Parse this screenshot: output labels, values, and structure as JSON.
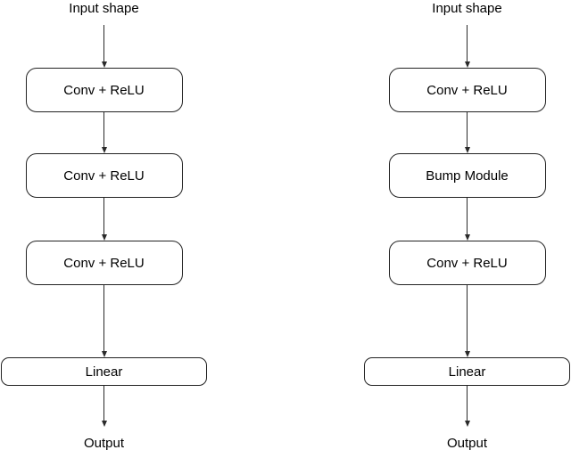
{
  "style": {
    "background": "#ffffff",
    "line_color": "#2a2a2a",
    "box_border_color": "#222222",
    "box_fill": "#ffffff",
    "text_color": "#000000"
  },
  "diagrams": [
    {
      "input_label": "Input shape",
      "boxes": [
        "Conv + ReLU",
        "Conv + ReLU",
        "Conv + ReLU",
        "Linear"
      ],
      "output_label": "Output"
    },
    {
      "input_label": "Input shape",
      "boxes": [
        "Conv + ReLU",
        "Bump Module",
        "Conv + ReLU",
        "Linear"
      ],
      "output_label": "Output"
    }
  ]
}
